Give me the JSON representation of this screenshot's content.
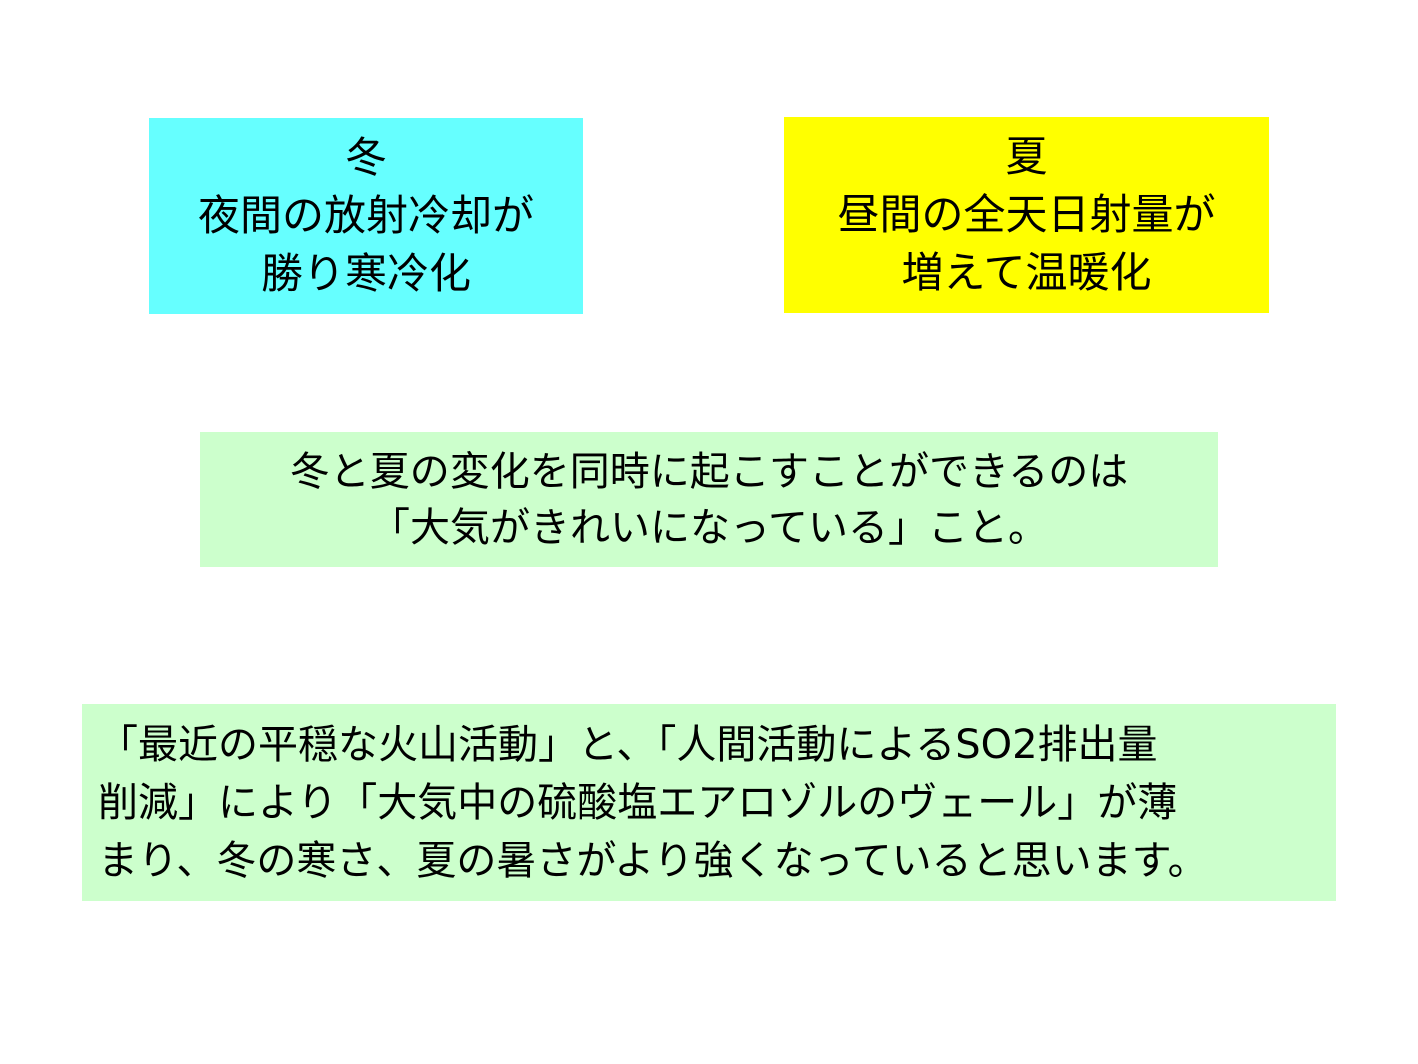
{
  "winter_box": {
    "color": "#66ffff",
    "lines": [
      "冬",
      "夜間の放射冷却が",
      "勝り寒冷化"
    ]
  },
  "summer_box": {
    "color": "#ffff00",
    "lines": [
      "夏",
      "昼間の全天日射量が",
      "増えて温暖化"
    ]
  },
  "middle_box": {
    "color": "#ccffcc",
    "lines": [
      "冬と夏の変化を同時に起こすことができるのは",
      "「大気がきれいになっている」こと。"
    ]
  },
  "bottom_box": {
    "color": "#ccffcc",
    "lines": [
      "「最近の平穏な火山活動」と、「人間活動によるSO2排出量",
      "削減」により「大気中の硫酸塩エアロゾルのヴェール」が薄",
      "まり、冬の寒さ、夏の暑さがより強くなっていると思います。"
    ]
  }
}
